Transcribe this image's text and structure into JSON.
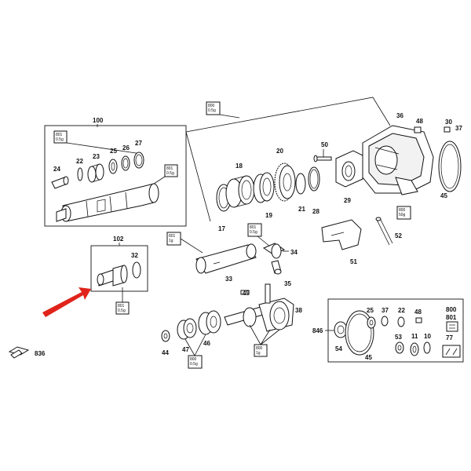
{
  "labels": {
    "p100": "100",
    "p801a": "801",
    "p801a_g": "0.5g",
    "p22a": "22",
    "p23": "23",
    "p25a": "25",
    "p26": "26",
    "p27": "27",
    "p24": "24",
    "p801b": "801",
    "p801b_g": "0.5g",
    "p800a": "800",
    "p800a_g": "0.5g",
    "p18": "18",
    "p20": "20",
    "p50": "50",
    "p19": "19",
    "p17": "17",
    "p21": "21",
    "p28": "28",
    "p29": "29",
    "p36": "36",
    "p48a": "48",
    "p30": "30",
    "p37a": "37",
    "p45a": "45",
    "p800b": "800",
    "p800b_g": "50g",
    "p102": "102",
    "p32": "32",
    "p801c": "801",
    "p801c_g": "0.5g",
    "p801d": "801",
    "p801d_g": "1g",
    "p801e": "801",
    "p801e_g": "0.5g",
    "p33": "33",
    "p34": "34",
    "p35": "35",
    "p52": "52",
    "p51": "51",
    "p49": "49",
    "p38": "38",
    "p800c": "800",
    "p800c_g": "1g",
    "p44": "44",
    "p47": "47",
    "p46": "46",
    "p800d": "800",
    "p800d_g": "0.5g",
    "p836": "836",
    "p846": "846",
    "p54": "54",
    "p45b": "45",
    "p25b": "25",
    "p37b": "37",
    "p22b": "22",
    "p48b": "48",
    "p800e": "800",
    "p801f": "801",
    "p53": "53",
    "p11": "11",
    "p10": "10",
    "p77": "77"
  }
}
